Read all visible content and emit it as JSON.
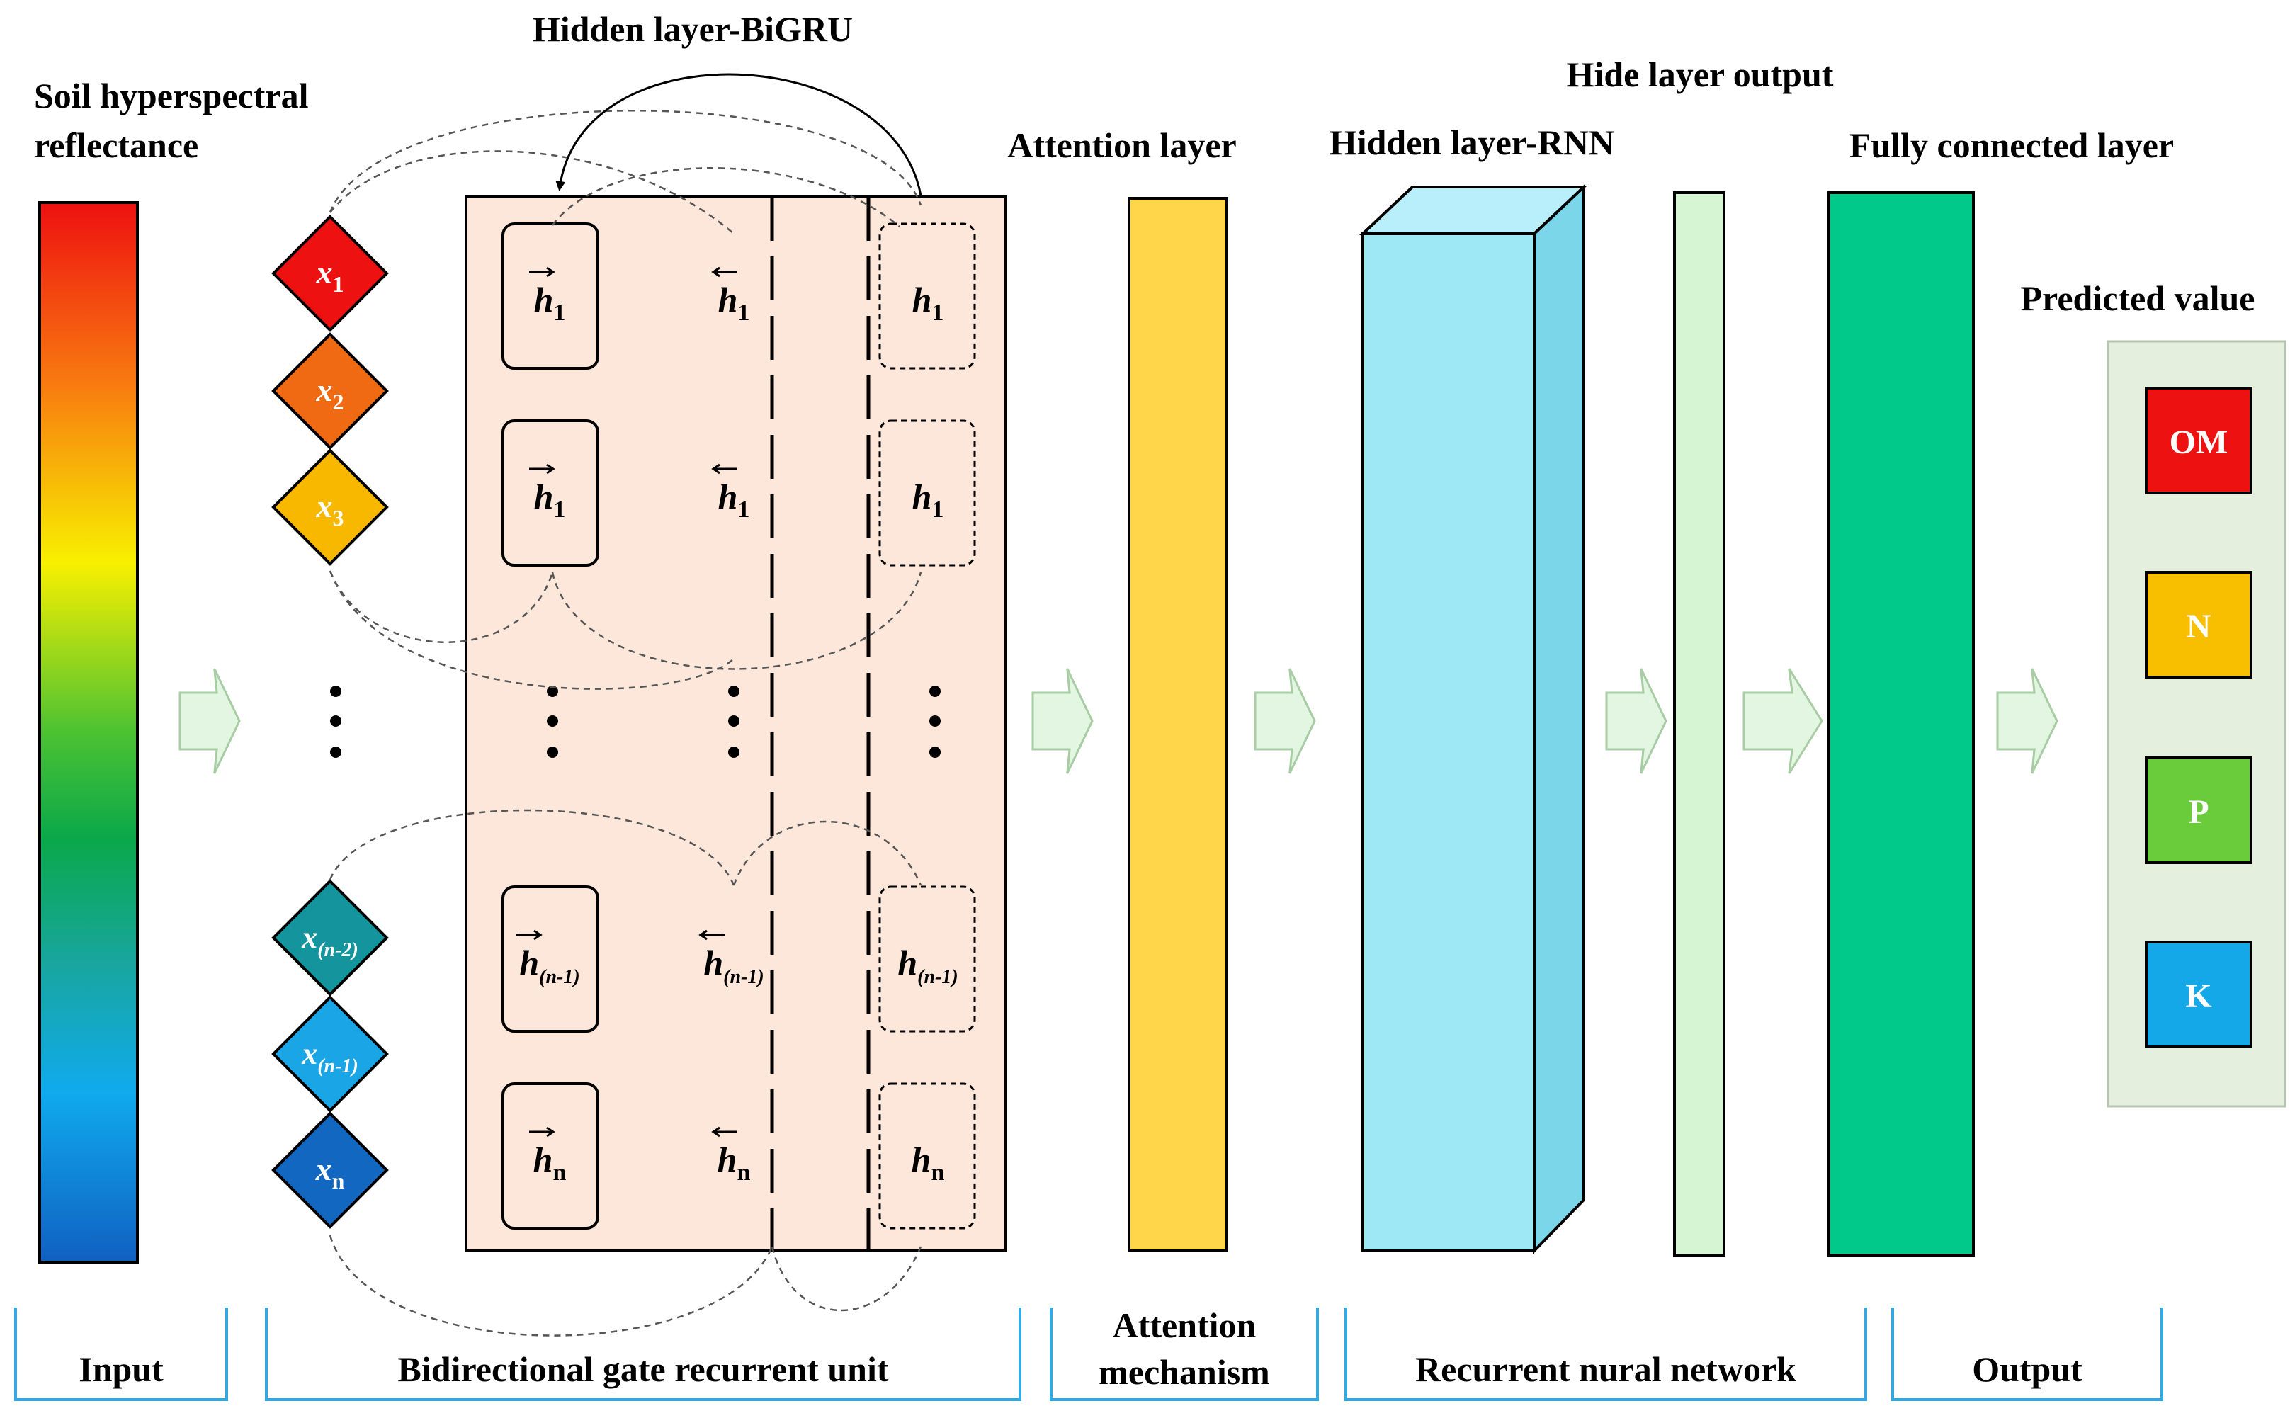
{
  "titles": {
    "input_bar": "Soil hyperspectral reflectance",
    "input_bar_line1": "Soil hyperspectral",
    "input_bar_line2": "reflectance",
    "bigru": "Hidden layer-BiGRU",
    "attention": "Attention layer",
    "hidden_rnn": "Hidden layer-RNN",
    "hide_output": "Hide layer output",
    "fully_connected": "Fully connected layer",
    "predicted": "Predicted value"
  },
  "inputs": [
    {
      "base": "x",
      "sub": "1",
      "color": "#ee1111"
    },
    {
      "base": "x",
      "sub": "2",
      "color": "#f06a14"
    },
    {
      "base": "x",
      "sub": "3",
      "color": "#f8b800"
    },
    {
      "base": "x",
      "sub": "(n-2)",
      "color": "#14949c"
    },
    {
      "base": "x",
      "sub": "(n-1)",
      "color": "#1aa6e6"
    },
    {
      "base": "x",
      "sub": "n",
      "color": "#1268c0"
    }
  ],
  "hidden_rows": [
    {
      "sub": "1"
    },
    {
      "sub": "1"
    },
    {
      "sub": "(n-1)"
    },
    {
      "sub": "n"
    }
  ],
  "hidden_symbol": "h",
  "outputs": [
    {
      "label": "OM",
      "color": "#ee1111"
    },
    {
      "label": "N",
      "color": "#f8be00"
    },
    {
      "label": "P",
      "color": "#6acc3a"
    },
    {
      "label": "K",
      "color": "#14a8e8"
    }
  ],
  "brackets": [
    {
      "label": "Input"
    },
    {
      "label": "Bidirectional gate recurrent unit"
    },
    {
      "label_line1": "Attention",
      "label_line2": "mechanism"
    },
    {
      "label": "Recurrent nural network"
    },
    {
      "label": "Output"
    }
  ],
  "colors": {
    "bigru_bg": "#fce7da",
    "attention": "#ffd54a",
    "rnn_front": "#9ee8f6",
    "rnn_top": "#b8effa",
    "rnn_side": "#7cd6ea",
    "hide_output": "#d6f5d2",
    "fully_connected": "#00c98a",
    "predicted_bg": "#e4efde",
    "arrow_fill": "#e2f6e2",
    "bracket": "#36a8e0"
  }
}
